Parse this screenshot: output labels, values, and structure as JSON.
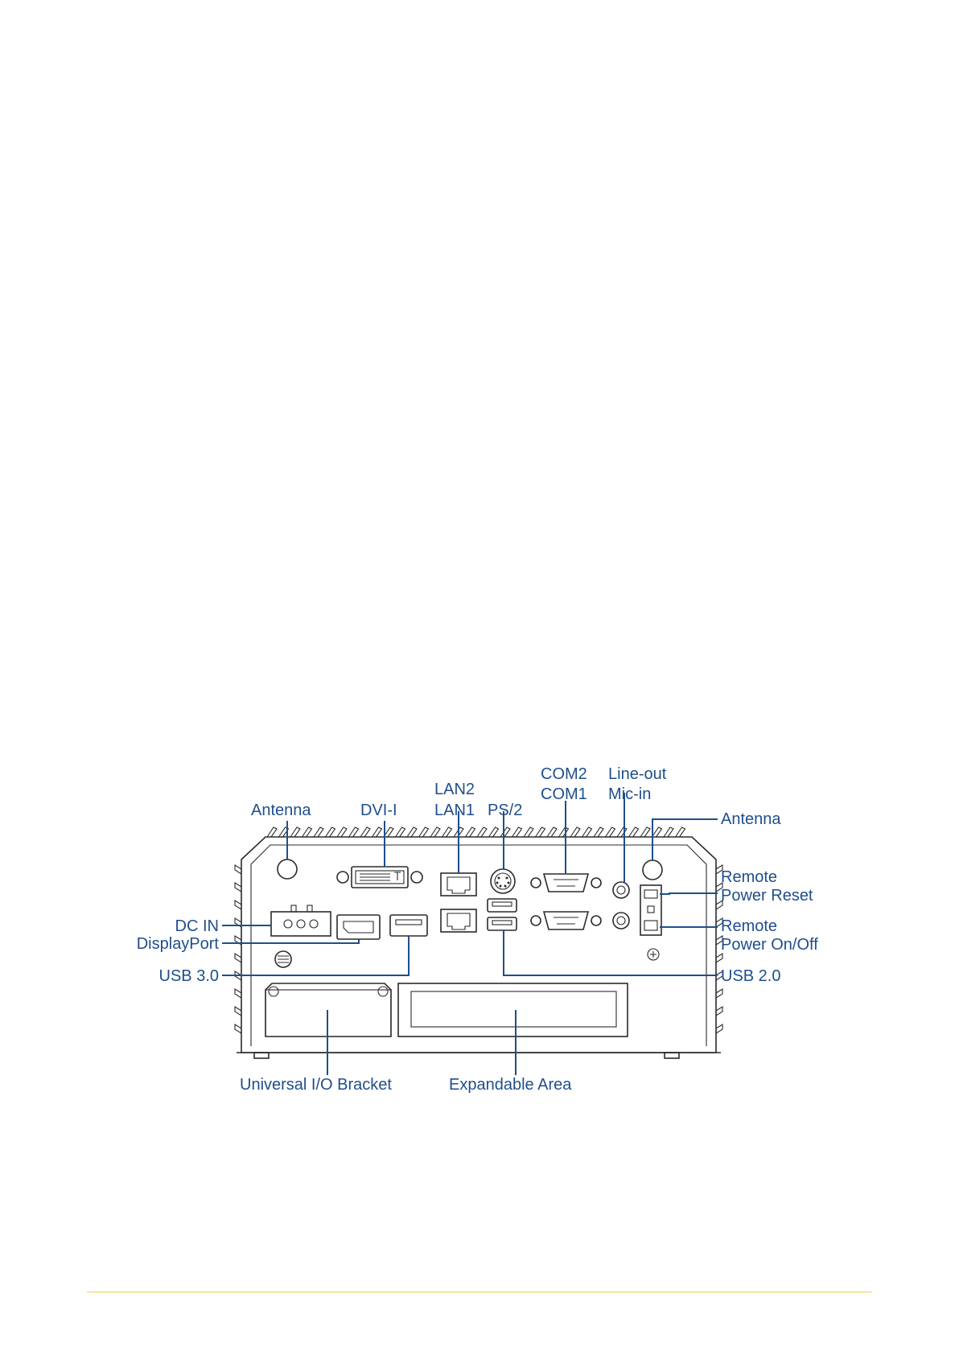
{
  "diagram": {
    "labels": {
      "antenna_left": "Antenna",
      "dvi": "DVI-I",
      "lan2": "LAN2",
      "lan1": "LAN1",
      "ps2": "PS/2",
      "com2": "COM2",
      "com1": "COM1",
      "lineout": "Line-out",
      "micin": "Mic-in",
      "antenna_right": "Antenna",
      "remote_reset_1": "Remote",
      "remote_reset_2": "Power Reset",
      "remote_onoff_1": "Remote",
      "remote_onoff_2": "Power On/Off",
      "dcin": "DC IN",
      "displayport": "DisplayPort",
      "usb3": "USB 3.0",
      "usb2": "USB 2.0",
      "uio": "Universal I/O Bracket",
      "expandable": "Expandable Area"
    }
  },
  "colors": {
    "label": "#1f4e8c",
    "line": "#2b2b2b",
    "footer_rule": "#f2d24a"
  }
}
